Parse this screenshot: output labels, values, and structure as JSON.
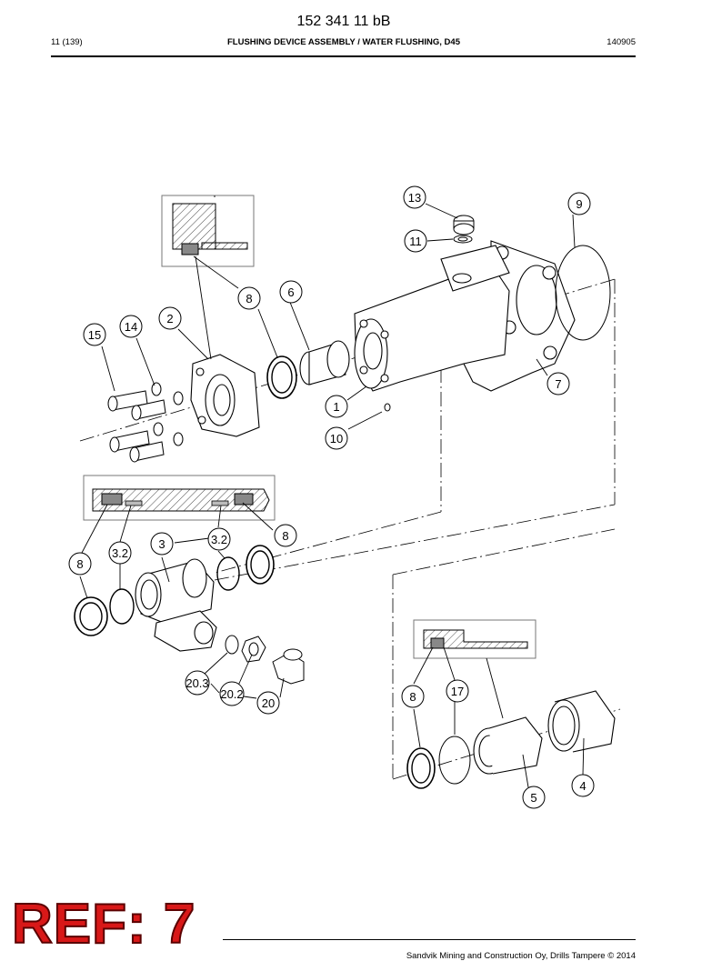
{
  "header": {
    "doc_number": "152 341 11 bB",
    "page": "11 (139)",
    "title": "FLUSHING DEVICE ASSEMBLY / WATER FLUSHING, D45",
    "code": "140905"
  },
  "callouts": {
    "c13": "13",
    "c9": "9",
    "c11": "11",
    "c6": "6",
    "c8a": "8",
    "c2": "2",
    "c14": "14",
    "c15": "15",
    "c1": "1",
    "c7": "7",
    "c10": "10",
    "c8b": "8",
    "c32a": "3.2",
    "c3": "3",
    "c32b": "3.2",
    "c8c": "8",
    "c203": "20.3",
    "c202": "20.2",
    "c20": "20",
    "c8d": "8",
    "c17": "17",
    "c5": "5",
    "c4": "4"
  },
  "stamp": {
    "text": "REF: 7",
    "color": "#d81818"
  },
  "footer": {
    "text": "Sandvik Mining and Construction Oy, Drills Tampere © 2014"
  }
}
